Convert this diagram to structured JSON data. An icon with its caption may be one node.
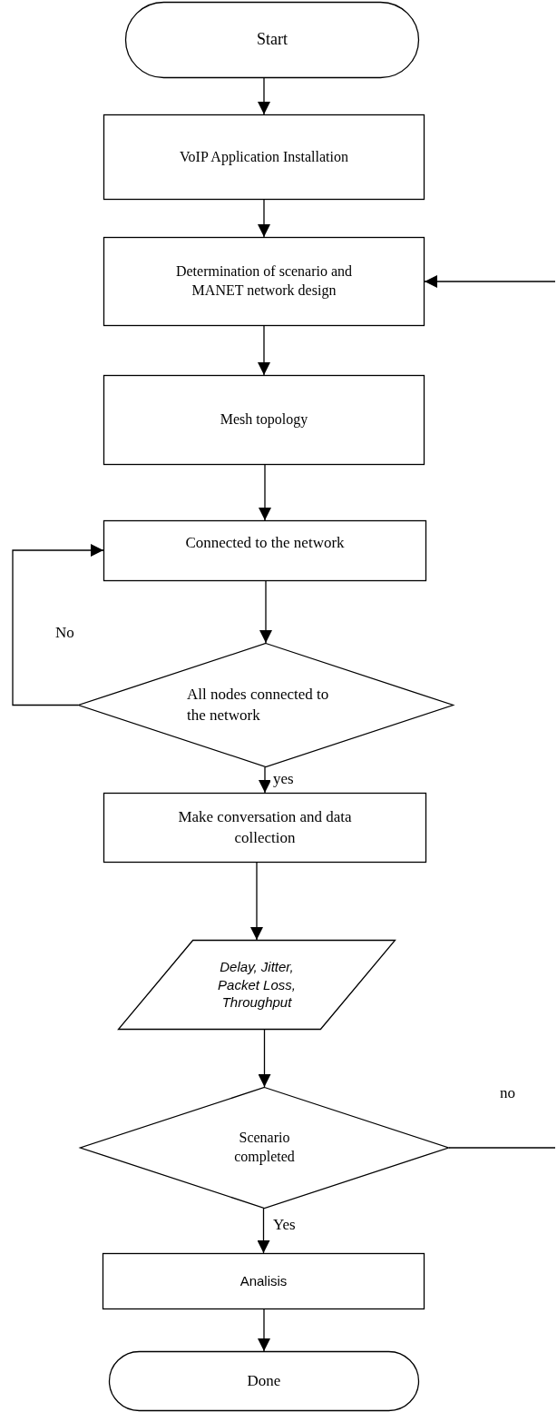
{
  "diagram": {
    "nodes": [
      {
        "text": [
          "Start"
        ]
      },
      {
        "text": [
          "VoIP Application Installation"
        ]
      },
      {
        "text": [
          "Determination of scenario and MANET network design"
        ]
      },
      {
        "text": [
          "Mesh topology"
        ]
      },
      {
        "text": [
          "Connected to the network"
        ]
      },
      {
        "text": [
          "All nodes connected to the network"
        ]
      },
      {
        "text": [
          "Make conversation and data collection"
        ]
      },
      {
        "text": [
          "Delay, Jitter, Packet Loss, Throughput"
        ]
      },
      {
        "text": [
          "Scenario completed"
        ]
      },
      {
        "text": [
          "Analisis"
        ]
      },
      {
        "text": [
          "Done"
        ]
      }
    ],
    "edges": [
      {
        "from": 0,
        "to": 1,
        "arrow": "to"
      },
      {
        "from": 1,
        "to": 2,
        "arrow": "to"
      },
      {
        "from": 2,
        "to": 3,
        "arrow": "to"
      },
      {
        "from": 3,
        "to": 4,
        "arrow": "to"
      },
      {
        "from": 4,
        "to": 5,
        "arrow": "to"
      },
      {
        "from": 5,
        "to": 4,
        "arrow": "to",
        "label": "No"
      },
      {
        "from": 5,
        "to": 6,
        "arrow": "to",
        "label": "yes"
      },
      {
        "from": 6,
        "to": 7,
        "arrow": "to"
      },
      {
        "from": 7,
        "to": 8,
        "arrow": "to"
      },
      {
        "from": 8,
        "to": 9,
        "arrow": "to",
        "label": "Yes"
      },
      {
        "from": 9,
        "to": 10,
        "arrow": "to"
      },
      {
        "from": 8,
        "to": null,
        "arrow": "none",
        "label": "no"
      },
      {
        "from": null,
        "to": 2,
        "arrow": "to"
      }
    ]
  }
}
